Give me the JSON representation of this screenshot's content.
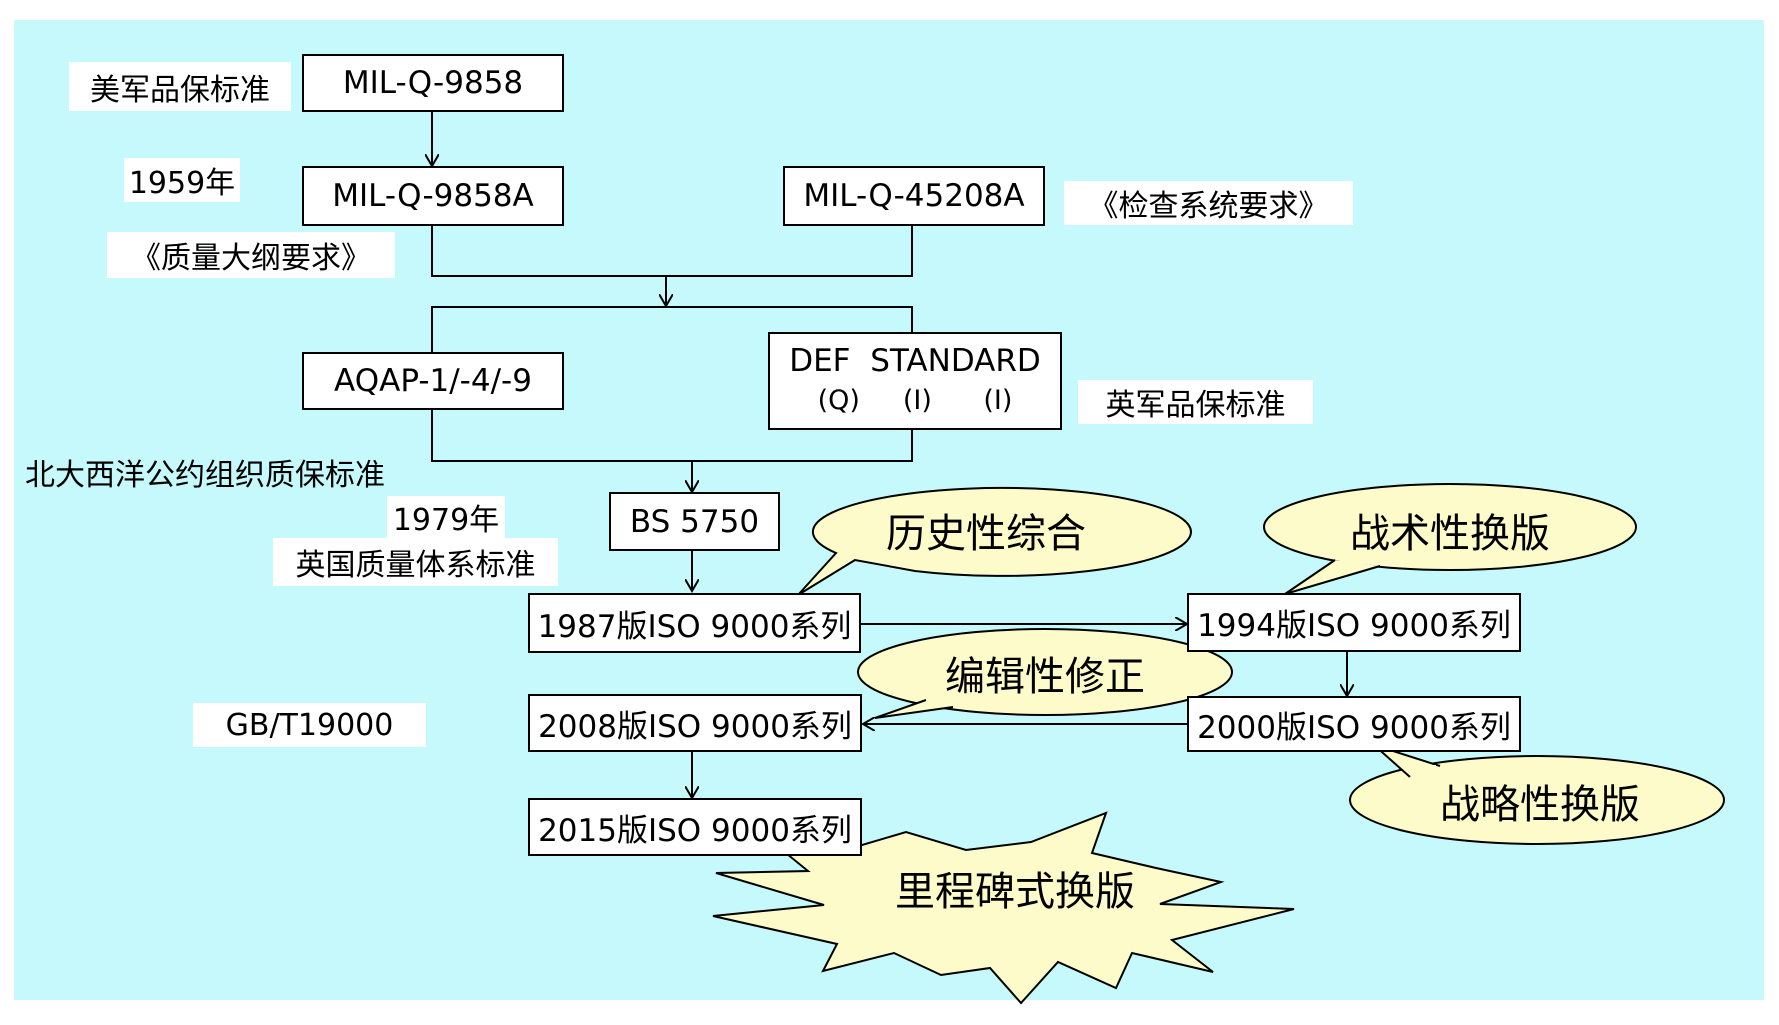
{
  "colors": {
    "background": "#c5f9fc",
    "callout_fill": "#fdfbc9",
    "box_fill": "#ffffff",
    "line": "#000000"
  },
  "boxes": {
    "mil_q_9858": "MIL-Q-9858",
    "mil_q_9858a": "MIL-Q-9858A",
    "mil_q_45208a": "MIL-Q-45208A",
    "aqap": "AQAP-1/-4/-9",
    "def_standard_line1": "DEF  STANDARD",
    "def_standard_line2": "(Q)     (I)      (I)",
    "bs_5750": "BS 5750",
    "iso_1987": "1987版ISO 9000系列",
    "iso_1994": "1994版ISO 9000系列",
    "iso_2000": "2000版ISO 9000系列",
    "iso_2008": "2008版ISO 9000系列",
    "iso_2015": "2015版ISO 9000系列"
  },
  "labels": {
    "us_military_qa": "美军品保标准",
    "year_1959": "1959年",
    "quality_program_req": "《质量大纲要求》",
    "inspection_system_req": "《检查系统要求》",
    "uk_military_qa": "英军品保标准",
    "nato_qa": "北大西洋公约组织质保标准",
    "year_1979": "1979年",
    "uk_quality_system": "英国质量体系标准",
    "gb_t19000": "GB/T19000"
  },
  "callouts": {
    "historical_synthesis": "历史性综合",
    "tactical_revision": "战术性换版",
    "editorial_revision": "编辑性修正",
    "strategic_revision": "战略性换版",
    "milestone_revision": "里程碑式换版"
  }
}
